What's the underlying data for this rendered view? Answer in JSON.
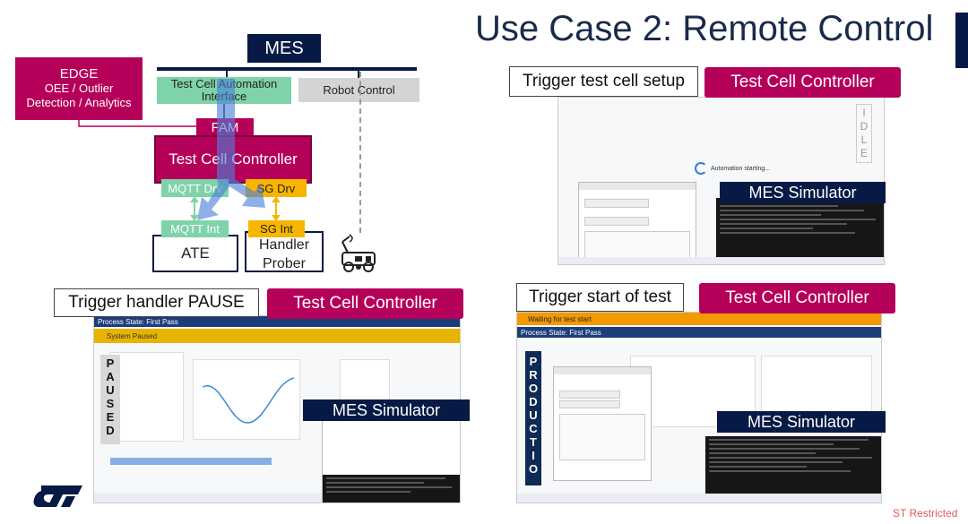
{
  "title": "Use Case 2: Remote Control",
  "diagram": {
    "mes": "MES",
    "tca": "Test Cell Automation Interface",
    "robot": "Robot Control",
    "edge_line1": "EDGE",
    "edge_line2": "OEE / Outlier",
    "edge_line3": "Detection / Analytics",
    "fam": "FAM",
    "tcc": "Test Cell Controller",
    "mqtt_drv": "MQTT Drv",
    "sg_drv": "SG Drv",
    "mqtt_int": "MQTT Int",
    "sg_int": "SG Int",
    "ate": "ATE",
    "handler": "Handler",
    "prober": "Prober"
  },
  "panels": {
    "p1": {
      "callout": "Trigger test cell setup",
      "tag": "Test Cell Controller",
      "sim": "MES Simulator",
      "idle": [
        "I",
        "D",
        "L",
        "E"
      ],
      "status": "Automation starting..."
    },
    "p2": {
      "callout": "Trigger handler PAUSE",
      "tag": "Test Cell Controller",
      "sim": "MES Simulator",
      "process": "Process State: First Pass",
      "banner": "System Paused",
      "vtext": [
        "P",
        "A",
        "U",
        "S",
        "E",
        "D"
      ]
    },
    "p3": {
      "callout": "Trigger start of test",
      "tag": "Test Cell Controller",
      "sim": "MES Simulator",
      "banner": "Waiting for test start",
      "process": "Process State: First Pass",
      "vtext": [
        "P",
        "R",
        "O",
        "D",
        "U",
        "C",
        "T",
        "I",
        "O"
      ]
    }
  },
  "footer": {
    "restricted": "ST Restricted"
  },
  "colors": {
    "navy": "#061a45",
    "magenta": "#b5005a",
    "green": "#7fd3a8",
    "yellow": "#f7b500"
  }
}
